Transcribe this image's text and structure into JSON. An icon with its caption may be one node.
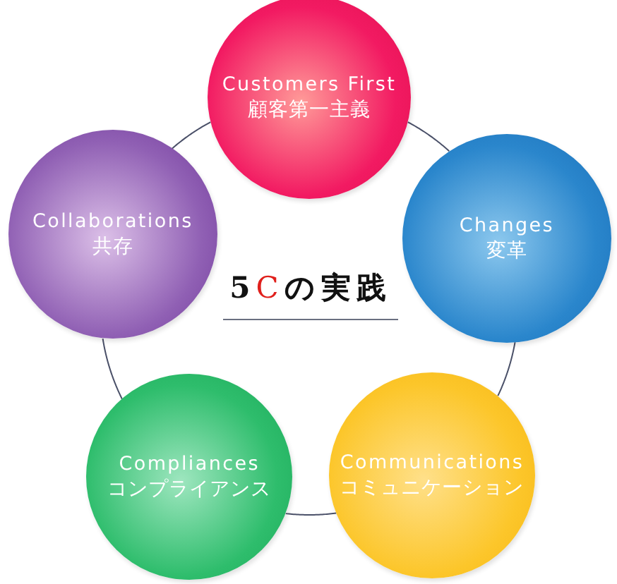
{
  "diagram": {
    "title": "5Cの実践",
    "nodes": [
      {
        "text": [
          "Customers First",
          "顧客第一主義"
        ]
      },
      {
        "text": [
          "Changes",
          "変革"
        ]
      },
      {
        "text": [
          "Communications",
          "コミュニケーション"
        ]
      },
      {
        "text": [
          "Compliances",
          "コンプライアンス"
        ]
      },
      {
        "text": [
          "Collaborations",
          "共存"
        ]
      }
    ],
    "edges": [
      {
        "from": 0,
        "to": 1,
        "arrow": "none"
      },
      {
        "from": 1,
        "to": 2,
        "arrow": "none"
      },
      {
        "from": 2,
        "to": 3,
        "arrow": "none"
      },
      {
        "from": 3,
        "to": 4,
        "arrow": "none"
      },
      {
        "from": 4,
        "to": 0,
        "arrow": "none"
      }
    ]
  }
}
